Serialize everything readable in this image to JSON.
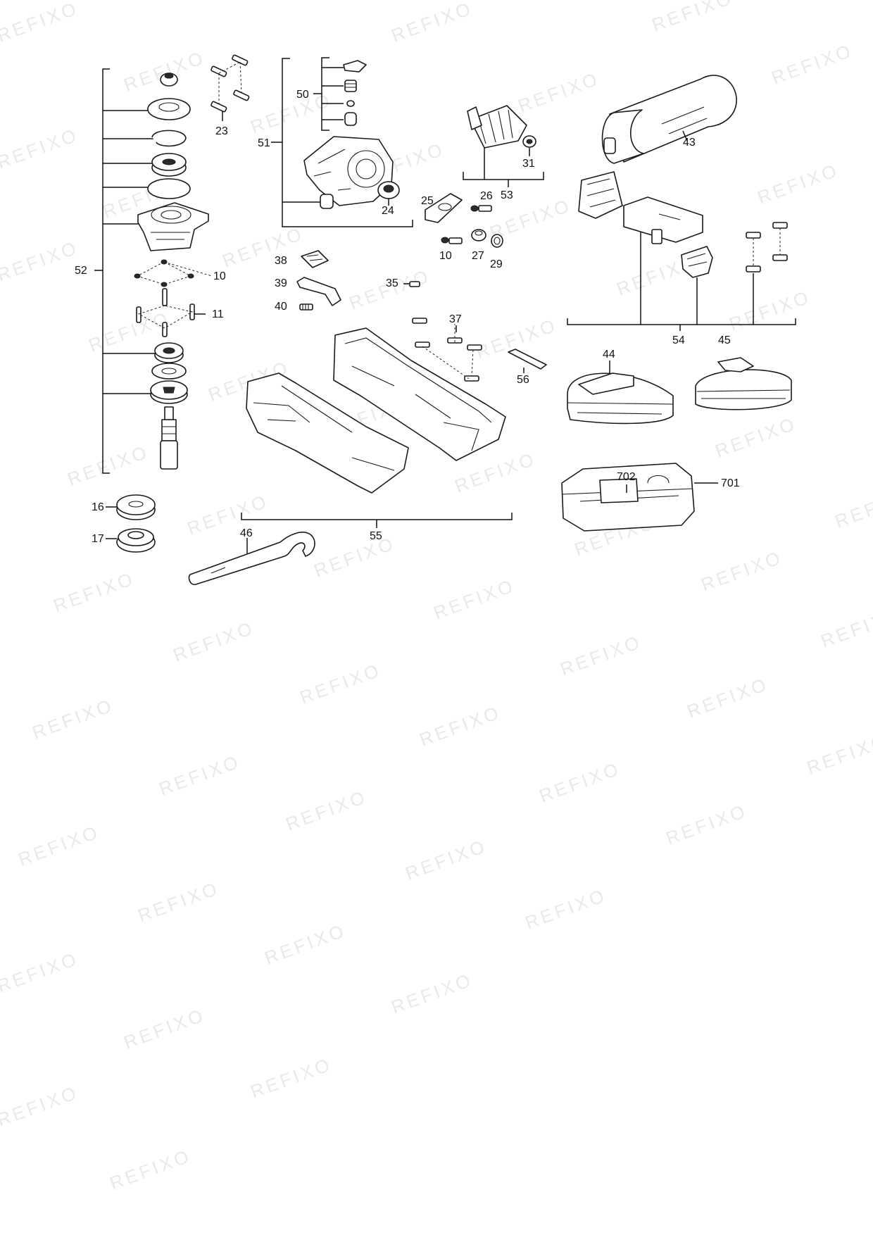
{
  "watermark": "REFIXO",
  "callouts": {
    "c52": "52",
    "c51": "51",
    "c50": "50",
    "c23": "23",
    "c24": "24",
    "c10a": "10",
    "c11": "11",
    "c16": "16",
    "c17": "17",
    "c25": "25",
    "c26": "26",
    "c10b": "10",
    "c27": "27",
    "c29": "29",
    "c31": "31",
    "c53": "53",
    "c43": "43",
    "c38": "38",
    "c39": "39",
    "c40": "40",
    "c35": "35",
    "c37": "37",
    "c56": "56",
    "c55": "55",
    "c46": "46",
    "c54": "54",
    "c45": "45",
    "c44": "44",
    "c702": "702",
    "c701": "701"
  },
  "colors": {
    "ink": "#1a1a1a",
    "watermark": "#e9e9e9",
    "paper": "#ffffff"
  }
}
